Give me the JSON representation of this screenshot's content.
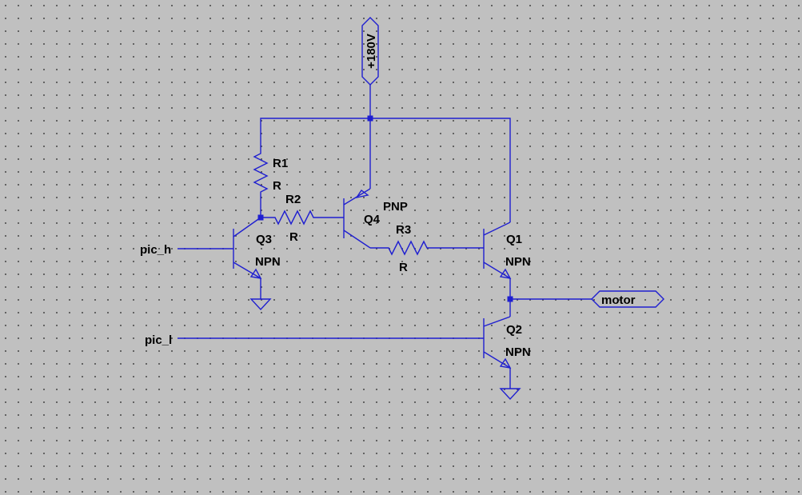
{
  "components": {
    "R1": {
      "name": "R1",
      "value": "R"
    },
    "R2": {
      "name": "R2",
      "value": "R"
    },
    "R3": {
      "name": "R3",
      "value": "R"
    },
    "Q1": {
      "name": "Q1",
      "type": "NPN"
    },
    "Q2": {
      "name": "Q2",
      "type": "NPN"
    },
    "Q3": {
      "name": "Q3",
      "type": "NPN"
    },
    "Q4": {
      "name": "Q4",
      "type": "PNP"
    }
  },
  "nets": {
    "supply": "+180V",
    "input_high": "pic_h",
    "input_low": "pic_l",
    "output": "motor"
  },
  "colors": {
    "wire": "#1f1fd0",
    "background": "#c0c0c0",
    "grid_dot": "#4a4a4a",
    "text": "#000000"
  }
}
